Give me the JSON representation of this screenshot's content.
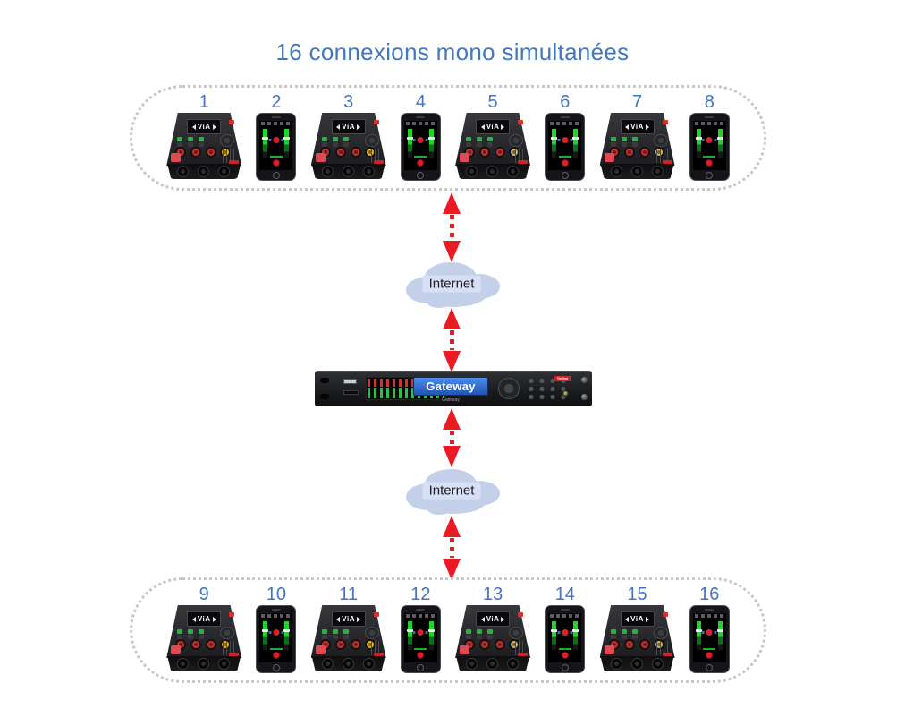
{
  "title": "16 connexions mono simultanées",
  "colors": {
    "title_blue": "#4277c4",
    "number_blue": "#4472c4",
    "arrow_red": "#ec1b23",
    "cloud_fill": "#c4cfea",
    "gateway_screen_blue": "#2d63c8"
  },
  "codec": {
    "brand_label": "ViA"
  },
  "top_group": {
    "devices": [
      {
        "number": "1",
        "type": "codec"
      },
      {
        "number": "2",
        "type": "phone"
      },
      {
        "number": "3",
        "type": "codec"
      },
      {
        "number": "4",
        "type": "phone"
      },
      {
        "number": "5",
        "type": "codec"
      },
      {
        "number": "6",
        "type": "phone"
      },
      {
        "number": "7",
        "type": "codec"
      },
      {
        "number": "8",
        "type": "phone"
      }
    ]
  },
  "bottom_group": {
    "devices": [
      {
        "number": "9",
        "type": "codec"
      },
      {
        "number": "10",
        "type": "phone"
      },
      {
        "number": "11",
        "type": "codec"
      },
      {
        "number": "12",
        "type": "phone"
      },
      {
        "number": "13",
        "type": "codec"
      },
      {
        "number": "14",
        "type": "phone"
      },
      {
        "number": "15",
        "type": "codec"
      },
      {
        "number": "16",
        "type": "phone"
      }
    ]
  },
  "clouds": {
    "top": {
      "label": "Internet"
    },
    "bottom": {
      "label": "Internet"
    }
  },
  "gateway": {
    "screen_label": "Gateway",
    "model_label": "Gateway",
    "brand": "Tieline"
  }
}
